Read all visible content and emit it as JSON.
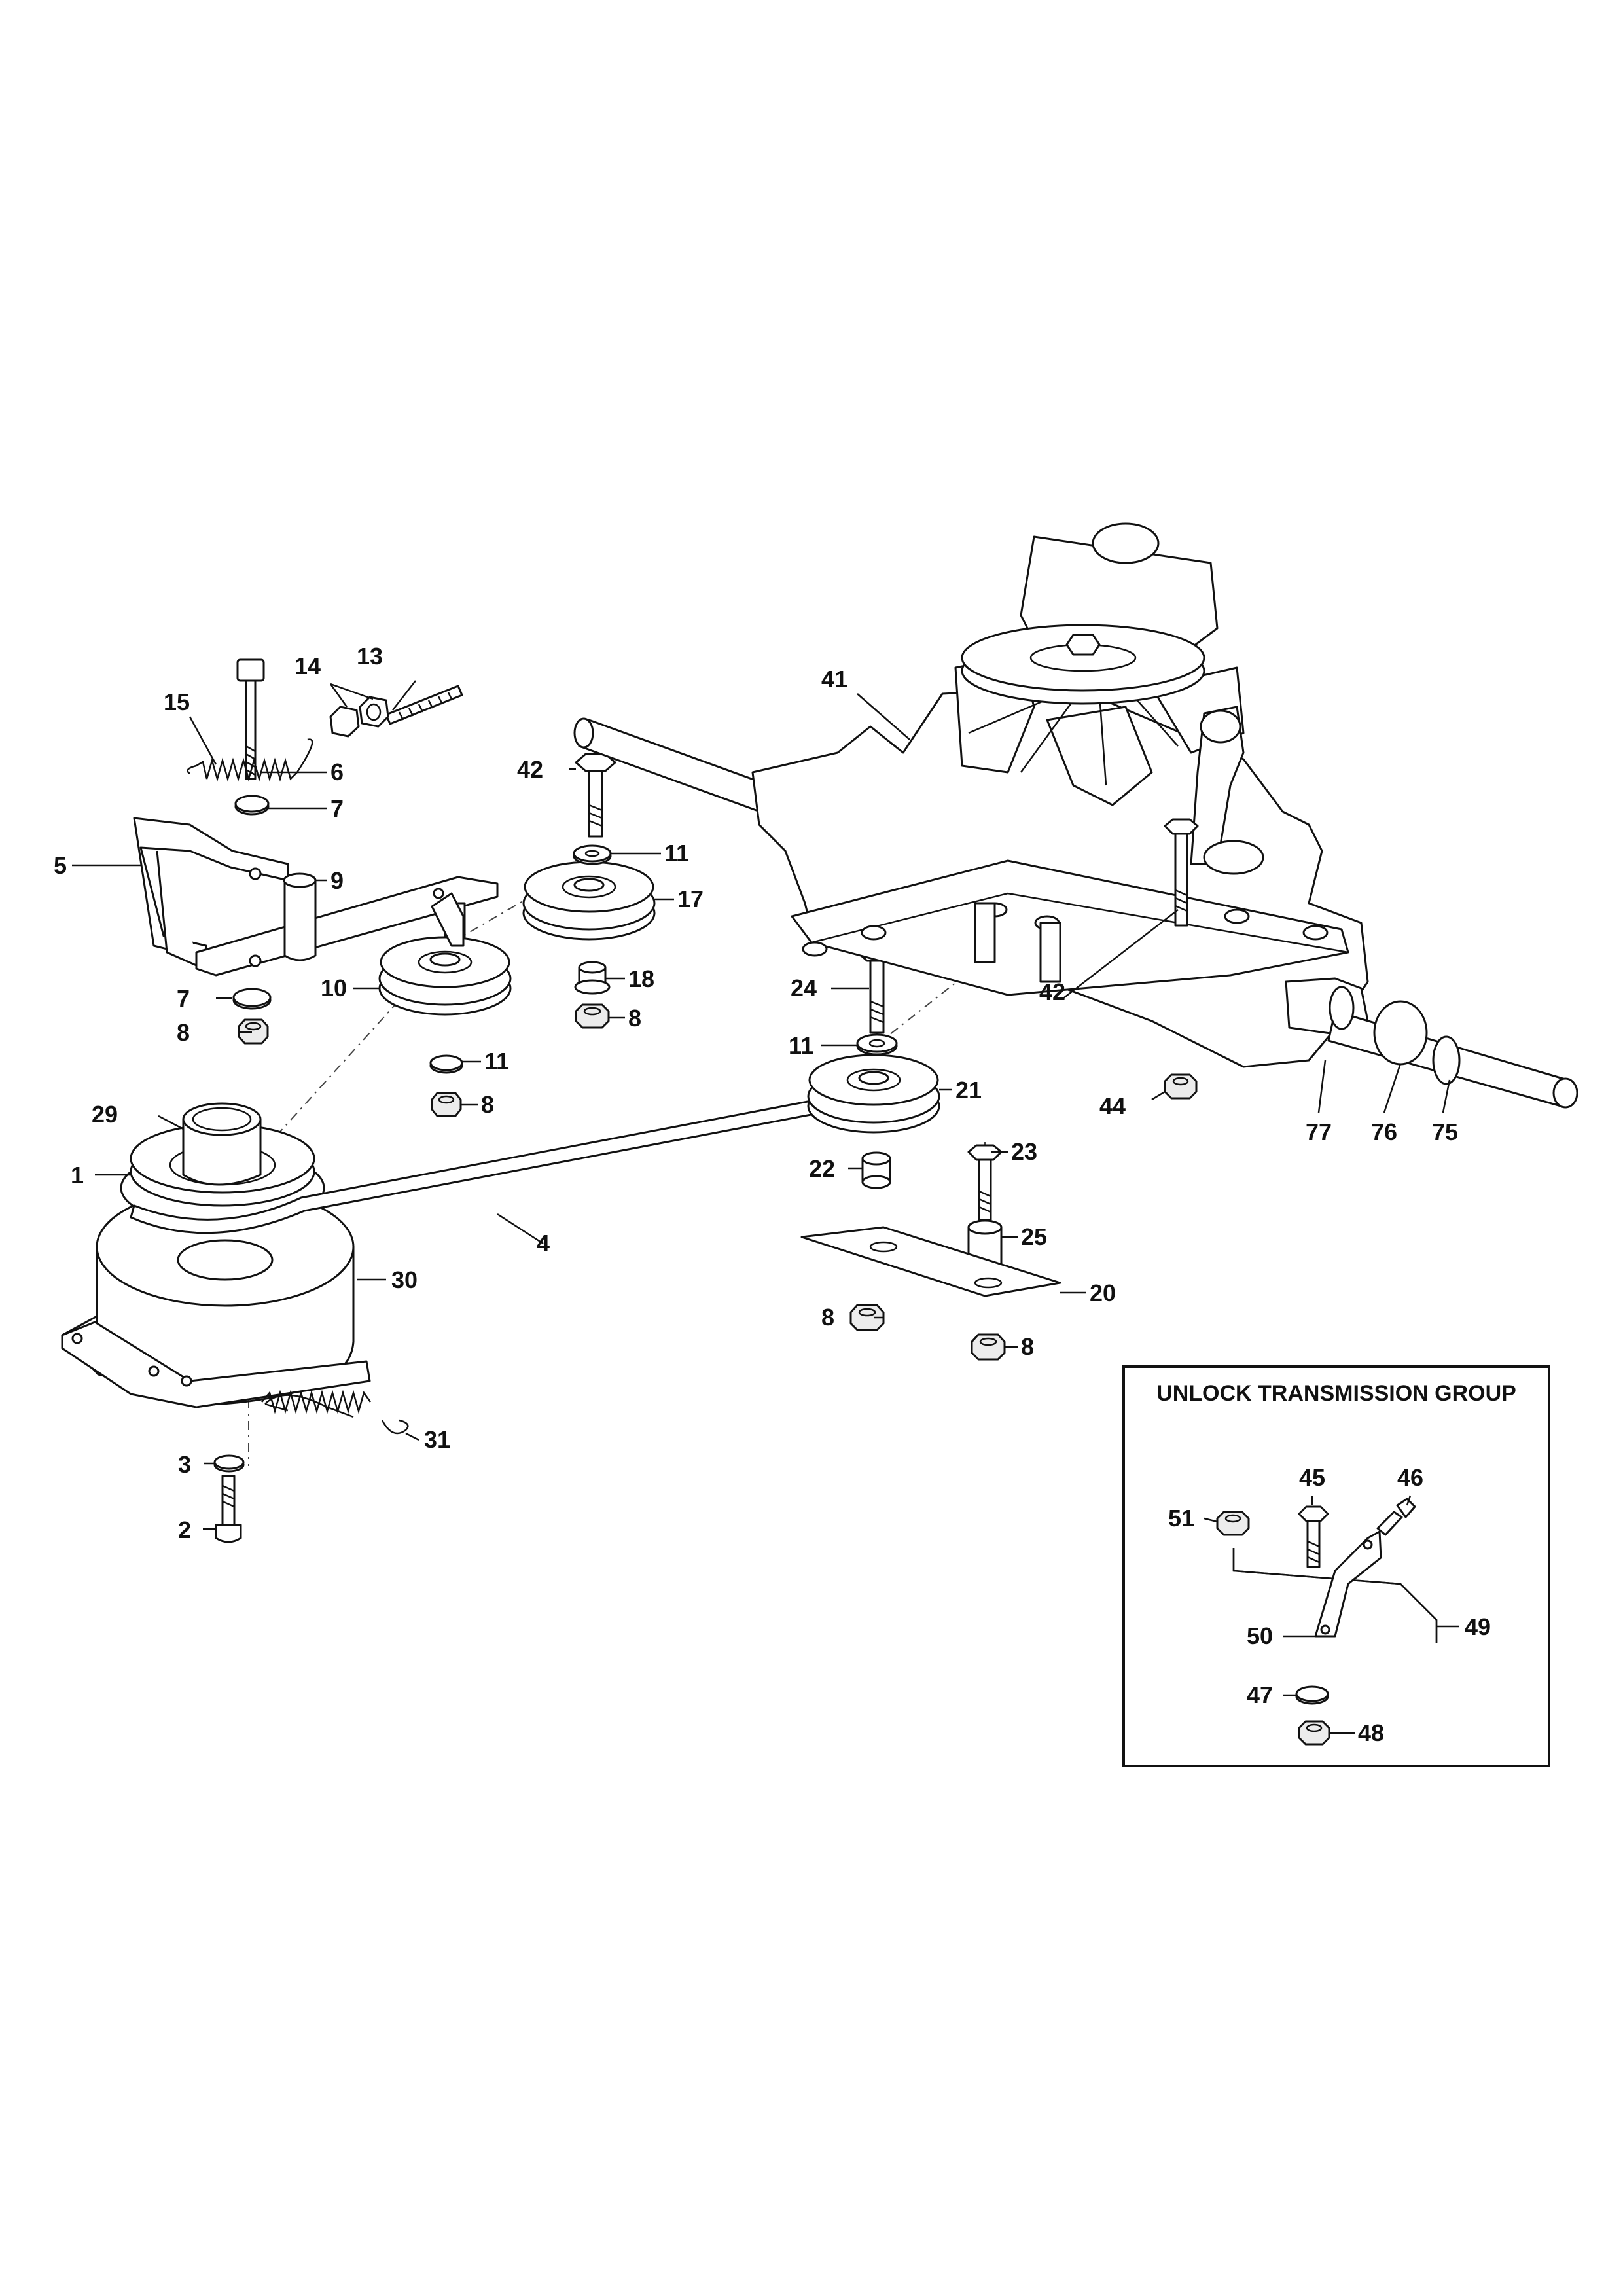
{
  "inset": {
    "title": "UNLOCK TRANSMISSION GROUP"
  },
  "callouts": {
    "c1": "1",
    "c2": "2",
    "c3": "3",
    "c4": "4",
    "c5": "5",
    "c6": "6",
    "c7a": "7",
    "c7b": "7",
    "c8a": "8",
    "c8b": "8",
    "c8c": "8",
    "c8d": "8",
    "c8e": "8",
    "c9": "9",
    "c10": "10",
    "c11a": "11",
    "c11b": "11",
    "c11c": "11",
    "c13": "13",
    "c14": "14",
    "c15": "15",
    "c17": "17",
    "c18": "18",
    "c20": "20",
    "c21": "21",
    "c22": "22",
    "c23": "23",
    "c24": "24",
    "c25": "25",
    "c29": "29",
    "c30": "30",
    "c31": "31",
    "c41": "41",
    "c42a": "42",
    "c42b": "42",
    "c44": "44",
    "c45": "45",
    "c46": "46",
    "c47": "47",
    "c48": "48",
    "c49": "49",
    "c50": "50",
    "c51": "51",
    "c75": "75",
    "c76": "76",
    "c77": "77"
  }
}
